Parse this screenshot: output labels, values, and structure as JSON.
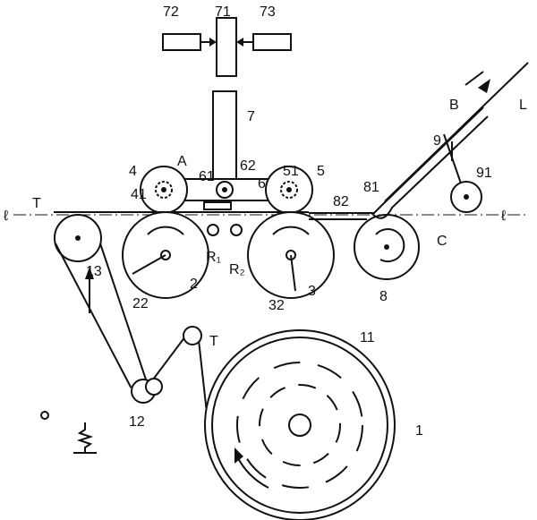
{
  "figure": {
    "labels": {
      "l72": "72",
      "l71": "71",
      "l73": "73",
      "l7": "7",
      "lA": "A",
      "l61": "61",
      "l62": "62",
      "l4": "4",
      "l41": "41",
      "l6": "6",
      "l51": "51",
      "l5": "5",
      "lT1": "T",
      "lell1": "ℓ",
      "lell2": "ℓ",
      "l82": "82",
      "l81": "81",
      "l9": "9",
      "lB": "B",
      "l91": "91",
      "lL": "L",
      "lC": "C",
      "l13": "13",
      "l22": "22",
      "l2": "2",
      "lR1": "R₁",
      "lR2": "R₂",
      "l32": "32",
      "l3": "3",
      "l8": "8",
      "lT2": "T",
      "l11": "11",
      "l12": "12",
      "l1": "1"
    }
  }
}
